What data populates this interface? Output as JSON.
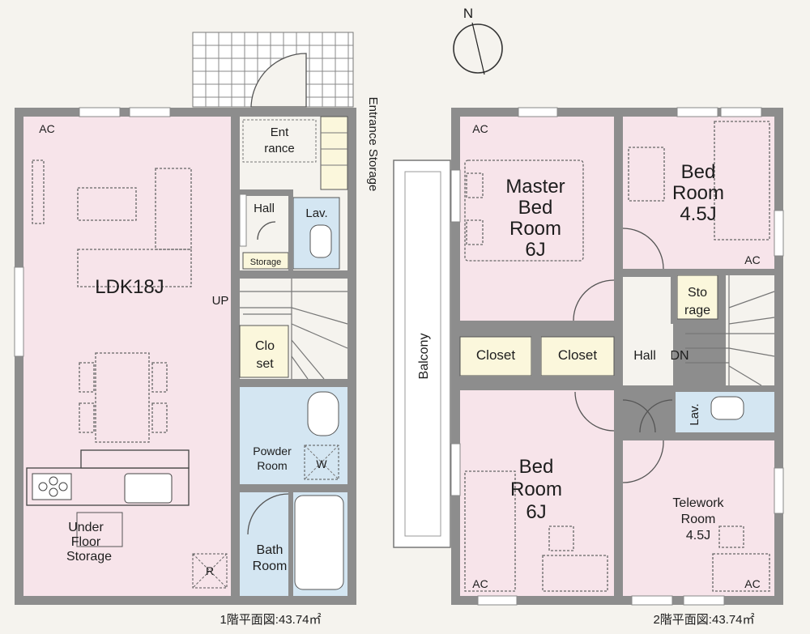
{
  "compass": {
    "north_label": "N"
  },
  "floor1": {
    "area_caption": "1階平面図:43.74㎡",
    "entrance_storage": "Entrance Storage",
    "up_label": "UP",
    "rooms": {
      "ldk": {
        "label": "LDK18J"
      },
      "ac": {
        "label": "AC"
      },
      "entrance_l1": "Ent",
      "entrance_l2": "rance",
      "hall": "Hall",
      "lav": "Lav.",
      "storage": "Storage",
      "closet_l1": "Clo",
      "closet_l2": "set",
      "powder_l1": "Powder",
      "powder_l2": "Room",
      "w_mark": "W",
      "bath_l1": "Bath",
      "bath_l2": "Room",
      "underfloor_l1": "Under",
      "underfloor_l2": "Floor",
      "underfloor_l3": "Storage",
      "r_mark": "R"
    }
  },
  "floor2": {
    "area_caption": "2階平面図:43.74㎡",
    "balcony": "Balcony",
    "hall": "Hall",
    "dn_label": "DN",
    "ac": "AC",
    "master_l1": "Master",
    "master_l2": "Bed",
    "master_l3": "Room",
    "master_l4": "6J",
    "bed45_l1": "Bed",
    "bed45_l2": "Room",
    "bed45_l3": "4.5J",
    "storage_l1": "Sto",
    "storage_l2": "rage",
    "closet_a": "Closet",
    "closet_b": "Closet",
    "bed6_l1": "Bed",
    "bed6_l2": "Room",
    "bed6_l3": "6J",
    "lav": "Lav.",
    "telework_l1": "Telework",
    "telework_l2": "Room",
    "telework_l3": "4.5J"
  },
  "colors": {
    "room_pink": "#f7e4ea",
    "wet_blue": "#d4e6f2",
    "storage_cream": "#fbf7dc",
    "wall_gray": "#8d8d8d",
    "background": "#f5f3ee"
  }
}
